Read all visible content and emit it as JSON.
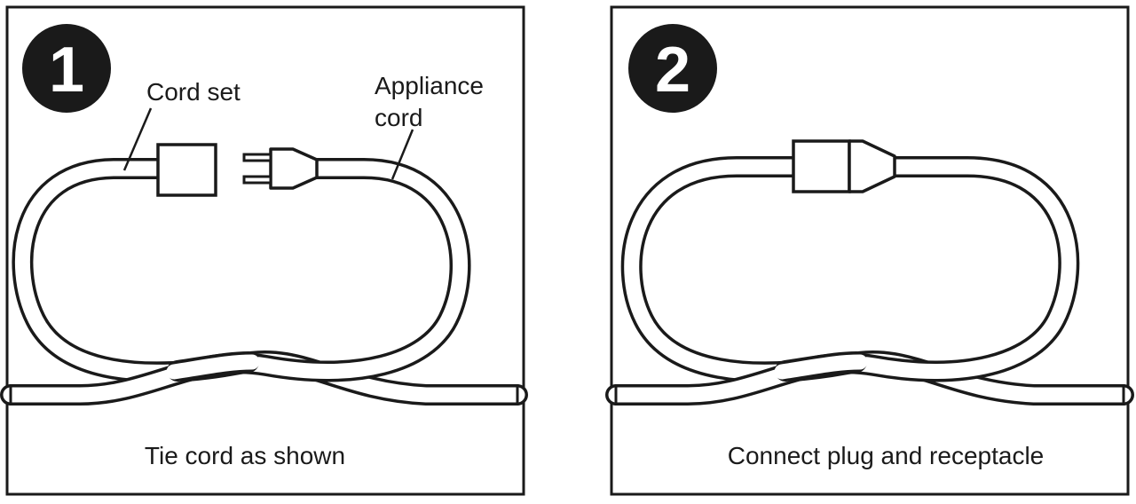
{
  "colors": {
    "ink": "#1a1a1a",
    "paper": "#ffffff"
  },
  "panels": [
    {
      "step_number": "1",
      "caption": "Tie cord as shown",
      "labels": {
        "cord_set": "Cord set",
        "appliance_line1": "Appliance",
        "appliance_line2": "cord"
      }
    },
    {
      "step_number": "2",
      "caption": "Connect plug and receptacle"
    }
  ]
}
